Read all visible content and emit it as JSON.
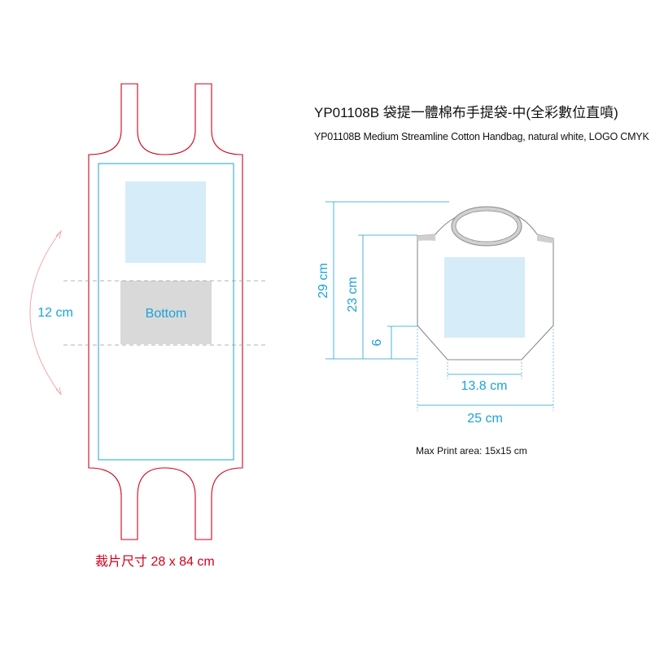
{
  "title": {
    "zh": "YP01108B 袋提一體棉布手提袋-中(全彩數位直噴)",
    "en": "YP01108B Medium Streamline Cotton Handbag, natural white, LOGO CMYK"
  },
  "flat_pattern": {
    "fold_label": "12 cm",
    "bottom_label": "Bottom",
    "cut_size": "裁片尺寸 28 x 84 cm"
  },
  "bag_view": {
    "height_total": "29 cm",
    "height_body": "23 cm",
    "gusset": "6",
    "bottom_width": "13.8 cm",
    "full_width": "25 cm"
  },
  "print_area": "Max Print area: 15x15 cm",
  "colors": {
    "cut_line": "#d0021b",
    "dimension": "#1aa3d9",
    "print_zone": "#d6ecf8",
    "bottom_zone": "#d9d9d9"
  }
}
